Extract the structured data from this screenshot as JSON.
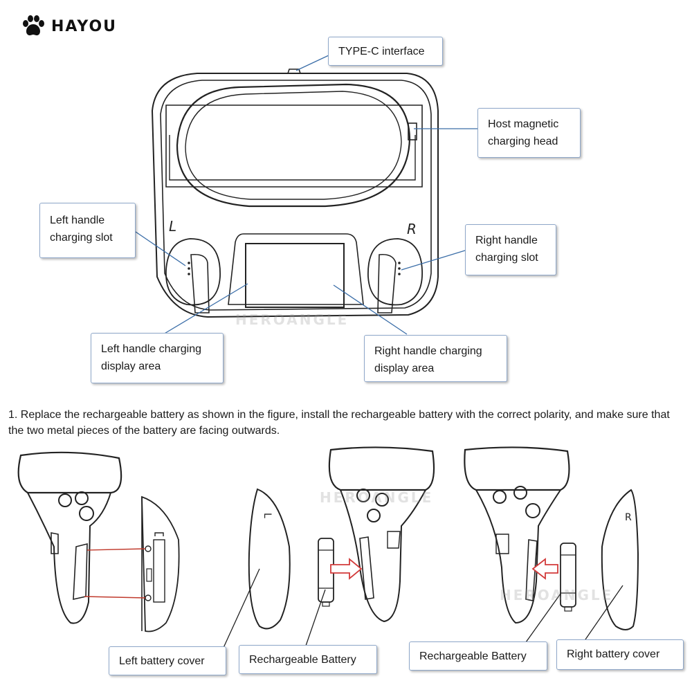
{
  "brand": {
    "name": "HAYOU",
    "icon": "paw-icon"
  },
  "watermark": "HEROANGLE",
  "labels": {
    "type_c": "TYPE-C interface",
    "host_magnetic": [
      "Host magnetic",
      "charging head"
    ],
    "left_slot": [
      "Left handle",
      "charging slot"
    ],
    "right_slot": [
      "Right handle",
      "charging slot"
    ],
    "left_display": [
      "Left handle charging",
      "display area"
    ],
    "right_display": [
      "Right handle charging",
      "display area"
    ],
    "left_cover": "Left battery cover",
    "rechargeable_1": "Rechargeable Battery",
    "rechargeable_2": "Rechargeable Battery",
    "right_cover": "Right battery cover"
  },
  "dock_marks": {
    "left": "L",
    "right": "R"
  },
  "instruction": "1. Replace the rechargeable battery as shown in the figure, install the rechargeable battery with the correct polarity, and make sure that the two metal pieces of the battery are facing outwards.",
  "colors": {
    "callout_border": "#8ea7c9",
    "leader_line": "#3b6ea8",
    "arrow": "#d23a3a",
    "link_line": "#c0392b"
  }
}
